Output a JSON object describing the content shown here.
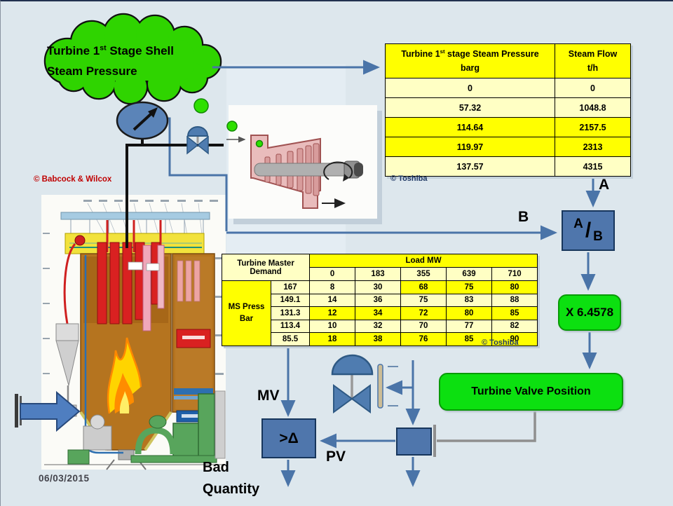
{
  "cloud": {
    "pre": "Turbine 1",
    "sup": "st",
    "post": " Stage Shell",
    "line2": "Steam Pressure"
  },
  "pressure_flow_table": {
    "col1_header": {
      "pre": "Turbine 1",
      "sup": "st",
      "post": " stage  Steam Pressure",
      "unit": "barg"
    },
    "col2_header": {
      "title": "Steam Flow",
      "unit": "t/h"
    },
    "rows": [
      {
        "pressure": "0",
        "flow": "0",
        "highlight": false
      },
      {
        "pressure": "57.32",
        "flow": "1048.8",
        "highlight": false
      },
      {
        "pressure": "114.64",
        "flow": "2157.5",
        "highlight": true
      },
      {
        "pressure": "119.97",
        "flow": "2313",
        "highlight": true
      },
      {
        "pressure": "137.57",
        "flow": "4315",
        "highlight": false
      }
    ]
  },
  "load_table": {
    "corner_line1": "Turbine Master",
    "corner_line2": "Demand",
    "load_header": "Load MW",
    "load_columns": [
      "0",
      "183",
      "355",
      "639",
      "710"
    ],
    "row_label_line1": "MS Press",
    "row_label_line2": "Bar",
    "rows": [
      {
        "pressure": "167",
        "values": [
          "8",
          "30",
          "68",
          "75",
          "80"
        ],
        "highlight": [
          false,
          false,
          true,
          true,
          true
        ]
      },
      {
        "pressure": "149.1",
        "values": [
          "14",
          "36",
          "75",
          "83",
          "88"
        ],
        "highlight": [
          false,
          false,
          false,
          false,
          false
        ]
      },
      {
        "pressure": "131.3",
        "values": [
          "12",
          "34",
          "72",
          "80",
          "85"
        ],
        "highlight": [
          true,
          true,
          true,
          true,
          true
        ]
      },
      {
        "pressure": "113.4",
        "values": [
          "10",
          "32",
          "70",
          "77",
          "82"
        ],
        "highlight": [
          false,
          false,
          false,
          false,
          false
        ]
      },
      {
        "pressure": "85.5",
        "values": [
          "18",
          "38",
          "76",
          "85",
          "90"
        ],
        "highlight": [
          true,
          true,
          true,
          true,
          true
        ]
      }
    ]
  },
  "credits": {
    "toshiba_top": "© Toshiba",
    "toshiba_mid": "© Toshiba",
    "babcock": "© Babcock & Wilcox"
  },
  "flow": {
    "label_a": "A",
    "label_b": "B",
    "ab_a": "A",
    "ab_slash": "/",
    "ab_b": "B",
    "multiplier": "X 6.4578",
    "valve_position": "Turbine Valve Position",
    "mv": "MV",
    "pv": "PV",
    "delta": ">Δ",
    "bad_line1": "Bad",
    "bad_line2": "Quantity"
  },
  "date": "06/03/2015",
  "colors": {
    "slide_bg": "#dde7ed",
    "bright_green": "#0ce010",
    "cloud_green": "#2fd400",
    "steel_blue": "#4f76ac",
    "arrow_blue": "#4a74a8",
    "table_yellow": "#ffff00",
    "table_pale_yellow": "#ffffc4"
  }
}
